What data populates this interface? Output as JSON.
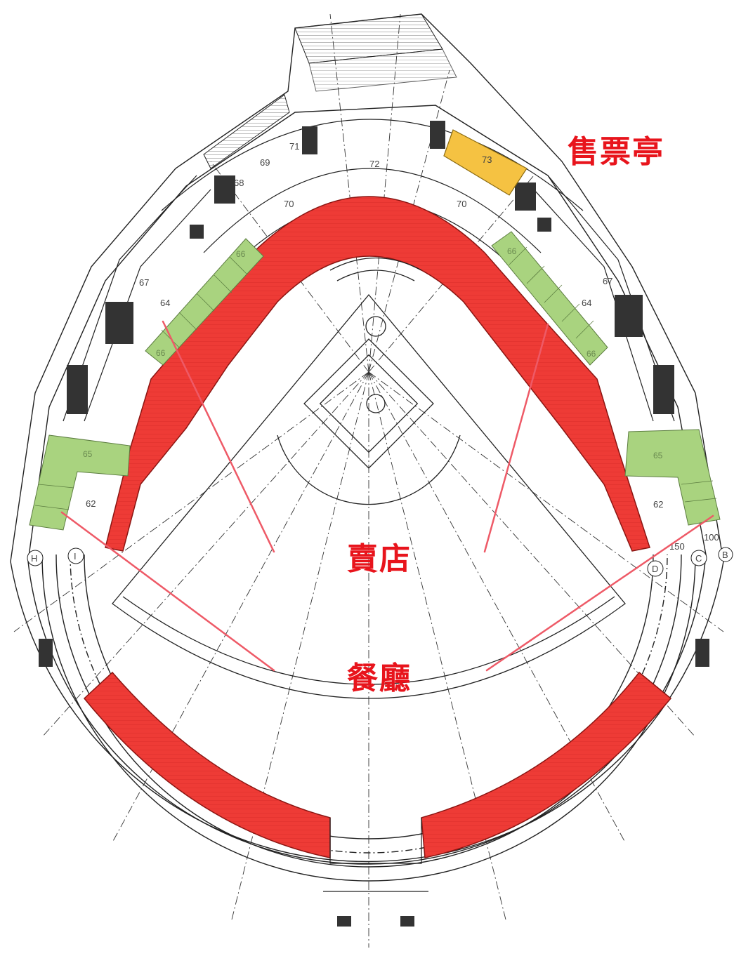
{
  "map": {
    "legend": {
      "ticket_booth": "售票亭",
      "shops": "賣店",
      "restaurant": "餐廳"
    },
    "colors": {
      "seating": "#ee3b36",
      "shop_zone": "#a9d37f",
      "ticket_zone": "#f5c242",
      "leader_line": "#ee5a67",
      "label": "#e8141c"
    },
    "room_numbers": {
      "r72": "72",
      "r73": "73",
      "r71": "71",
      "r69": "69",
      "r68": "68",
      "r70a": "70",
      "r70b": "70",
      "r67a": "67",
      "r67b": "67",
      "r64a": "64",
      "r64b": "64",
      "r65a": "65",
      "r65b": "65",
      "r62a": "62",
      "r62b": "62",
      "r150": "150",
      "r100": "100",
      "rH": "H",
      "rI": "I",
      "rD": "D",
      "rC": "C",
      "rB": "B",
      "g66": "66"
    }
  }
}
